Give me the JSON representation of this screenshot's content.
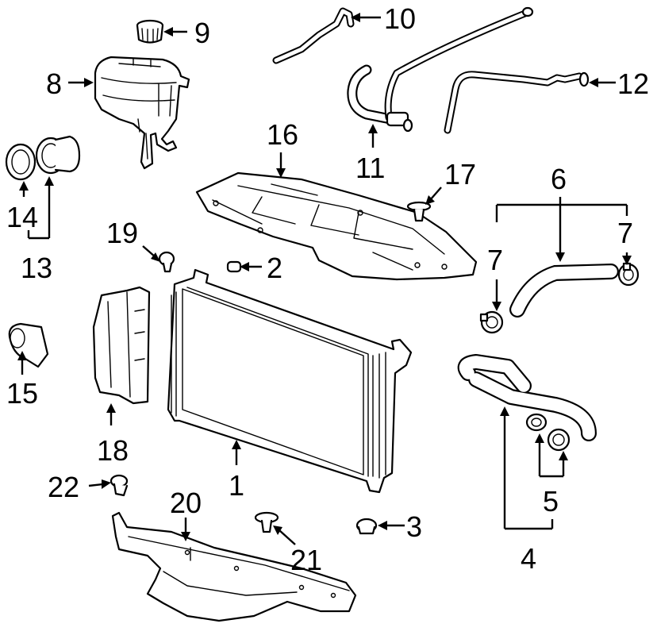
{
  "diagram": {
    "callouts": {
      "c1": "1",
      "c2": "2",
      "c3": "3",
      "c4": "4",
      "c5": "5",
      "c6": "6",
      "c7a": "7",
      "c7b": "7",
      "c8": "8",
      "c9": "9",
      "c10": "10",
      "c11": "11",
      "c12": "12",
      "c13": "13",
      "c14": "14",
      "c15": "15",
      "c16": "16",
      "c17": "17",
      "c18": "18",
      "c19": "19",
      "c20": "20",
      "c21": "21",
      "c22": "22"
    },
    "colors": {
      "line": "#000000",
      "background": "#ffffff"
    }
  }
}
